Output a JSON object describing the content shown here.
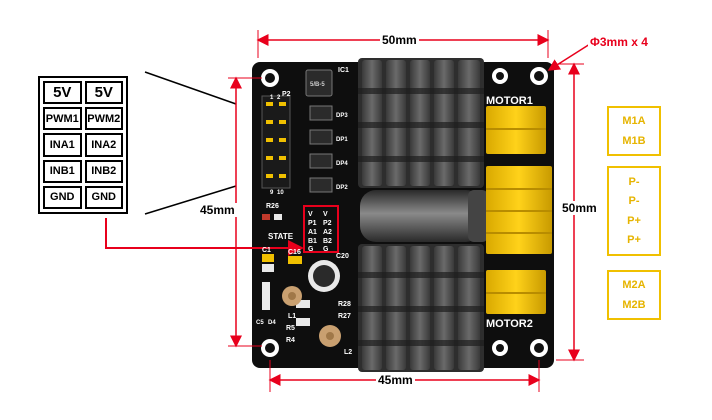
{
  "dimensions": {
    "top_width": "50mm",
    "bottom_width": "45mm",
    "left_height": "45mm",
    "right_height": "50mm",
    "hole": "Φ3mm x 4"
  },
  "pin_table": {
    "rows": [
      [
        "5V",
        "5V"
      ],
      [
        "PWM1",
        "PWM2"
      ],
      [
        "INA1",
        "INA2"
      ],
      [
        "INB1",
        "INB2"
      ],
      [
        "GND",
        "GND"
      ]
    ]
  },
  "board": {
    "motor1_label": "MOTOR1",
    "motor2_label": "MOTOR2",
    "state_label": "STATE",
    "header_label": "P2",
    "ic_label": "IC1",
    "chip_marking": "5/B-5",
    "r26_label": "R26",
    "c16_label": "C16",
    "c1_label": "C1",
    "c20_label": "C20",
    "r28_label": "R28",
    "r27_label": "R27",
    "l1_label": "L1",
    "r5_label": "R5",
    "r4_label": "R4",
    "l2_label": "L2",
    "c5_label": "C5",
    "d4_label": "D4",
    "dp3_label": "DP3",
    "dp1_label": "DP1",
    "dp4_label": "DP4",
    "dp2_label": "DP2",
    "header_pin_top_a": "1",
    "header_pin_top_b": "2",
    "header_pin_bot_a": "9",
    "header_pin_bot_b": "10",
    "inset": {
      "left": [
        "V",
        "P1",
        "A1",
        "B1",
        "G"
      ],
      "right": [
        "V",
        "P2",
        "A2",
        "B2",
        "G"
      ]
    }
  },
  "terminals": {
    "m1": [
      "M1A",
      "M1B"
    ],
    "power": [
      "P-",
      "P-",
      "P+",
      "P+"
    ],
    "m2": [
      "M2A",
      "M2B"
    ]
  },
  "colors": {
    "board": "#0e0e0e",
    "heatsink": "#505050",
    "terminal": "#f0c000",
    "dimension_line": "#e8001c",
    "label_text": "#e6b400"
  }
}
